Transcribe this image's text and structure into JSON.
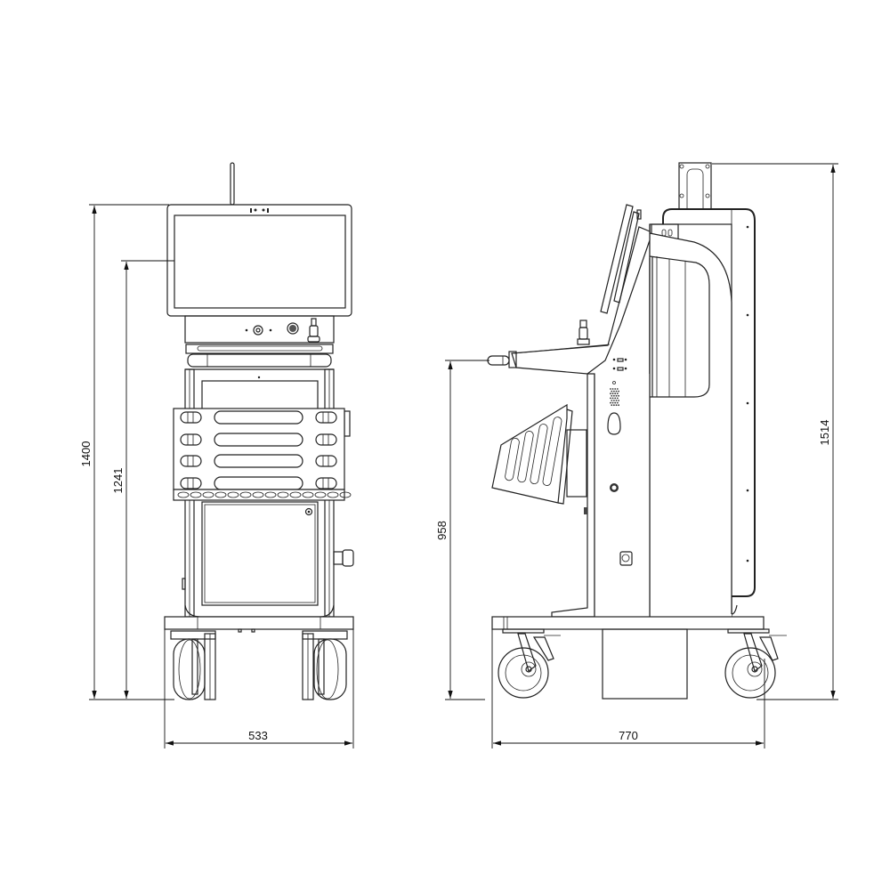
{
  "drawing": {
    "front_view": {
      "dimensions": {
        "total_height": "1400",
        "screen_center_height": "1241",
        "width": "533"
      }
    },
    "side_view": {
      "dimensions": {
        "shelf_height": "958",
        "total_height": "1514",
        "depth": "770"
      }
    },
    "colors": {
      "line": "#222222",
      "background": "#ffffff"
    }
  }
}
